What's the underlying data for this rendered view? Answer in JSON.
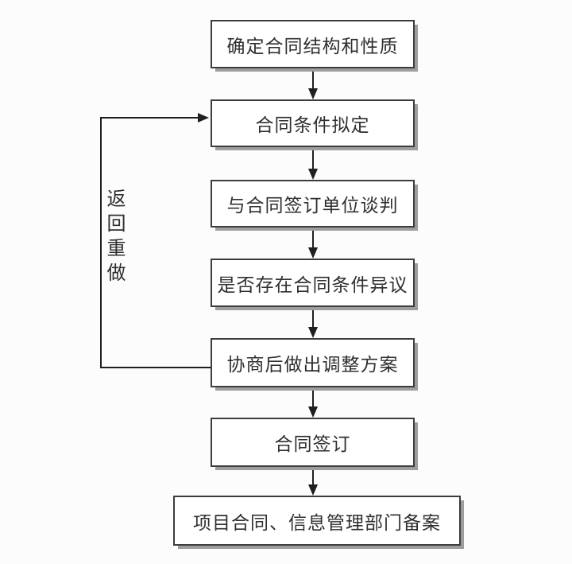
{
  "diagram": {
    "type": "flowchart",
    "nodes": [
      {
        "id": "determine-structure",
        "label": "确定合同结构和性质"
      },
      {
        "id": "draft-conditions",
        "label": "合同条件拟定"
      },
      {
        "id": "negotiate",
        "label": "与合同签订单位谈判"
      },
      {
        "id": "objection-check",
        "label": "是否存在合同条件异议"
      },
      {
        "id": "adjustment-plan",
        "label": "协商后做出调整方案"
      },
      {
        "id": "sign-contract",
        "label": "合同签订"
      },
      {
        "id": "filing",
        "label": "项目合同、信息管理部门备案"
      }
    ],
    "edges": [
      {
        "from": "determine-structure",
        "to": "draft-conditions"
      },
      {
        "from": "draft-conditions",
        "to": "negotiate"
      },
      {
        "from": "negotiate",
        "to": "objection-check"
      },
      {
        "from": "objection-check",
        "to": "adjustment-plan"
      },
      {
        "from": "adjustment-plan",
        "to": "sign-contract"
      },
      {
        "from": "sign-contract",
        "to": "filing"
      },
      {
        "from": "adjustment-plan",
        "to": "draft-conditions",
        "label": "返回重做"
      }
    ],
    "loop_label": "返回重做",
    "colors": {
      "background": "#fcfcfc",
      "box_fill": "#ffffff",
      "box_border": "#3d3d3d",
      "box_shadow": "#9e9e9e",
      "line": "#1f1f1f",
      "text": "#2f2f2f"
    }
  }
}
